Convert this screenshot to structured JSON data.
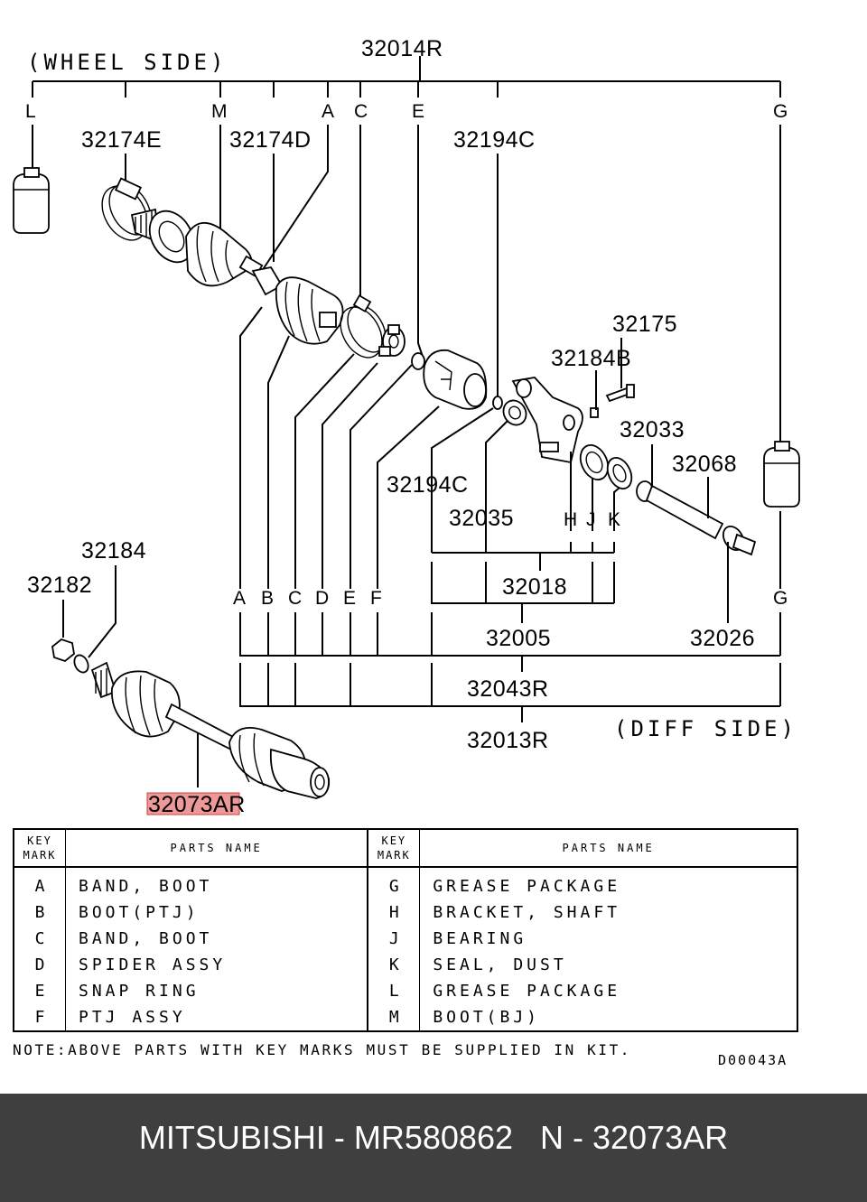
{
  "diagram": {
    "wheel_side": "(WHEEL SIDE)",
    "diff_side": "(DIFF SIDE)",
    "callouts": {
      "p32014R": "32014R",
      "p32174E": "32174E",
      "p32174D": "32174D",
      "p32194C_top": "32194C",
      "p32175": "32175",
      "p32184B": "32184B",
      "p32033": "32033",
      "p32068": "32068",
      "p32194C_mid": "32194C",
      "p32035": "32035",
      "p32184": "32184",
      "p32182": "32182",
      "p32018": "32018",
      "p32005": "32005",
      "p32026": "32026",
      "p32043R": "32043R",
      "p32013R": "32013R",
      "p32073A_highlight": "32073A",
      "p32073A_suffix": "R"
    },
    "key_letters_top": [
      "L",
      "M",
      "A",
      "C",
      "E",
      "G"
    ],
    "key_letters_mid": [
      "H",
      "J",
      "K"
    ],
    "key_letters_bottom": [
      "A",
      "B",
      "C",
      "D",
      "E",
      "F",
      "G"
    ],
    "highlight_color": "#e88080"
  },
  "table": {
    "header_key": [
      "KEY",
      "MARK"
    ],
    "header_name": "PARTS NAME",
    "left_rows": [
      {
        "key": "A",
        "name": "BAND, BOOT"
      },
      {
        "key": "B",
        "name": "BOOT(PTJ)"
      },
      {
        "key": "C",
        "name": "BAND, BOOT"
      },
      {
        "key": "D",
        "name": "SPIDER ASSY"
      },
      {
        "key": "E",
        "name": "SNAP RING"
      },
      {
        "key": "F",
        "name": "PTJ ASSY"
      }
    ],
    "right_rows": [
      {
        "key": "G",
        "name": "GREASE PACKAGE"
      },
      {
        "key": "H",
        "name": "BRACKET, SHAFT"
      },
      {
        "key": "J",
        "name": "BEARING"
      },
      {
        "key": "K",
        "name": "SEAL, DUST"
      },
      {
        "key": "L",
        "name": "GREASE PACKAGE"
      },
      {
        "key": "M",
        "name": "BOOT(BJ)"
      }
    ]
  },
  "note": "NOTE:ABOVE PARTS WITH KEY MARKS MUST BE SUPPLIED IN KIT.",
  "diagram_code": "D00043A",
  "footer": {
    "text": "MITSUBISHI - MR580862   N - 32073AR",
    "background": "#3f3f3f"
  }
}
